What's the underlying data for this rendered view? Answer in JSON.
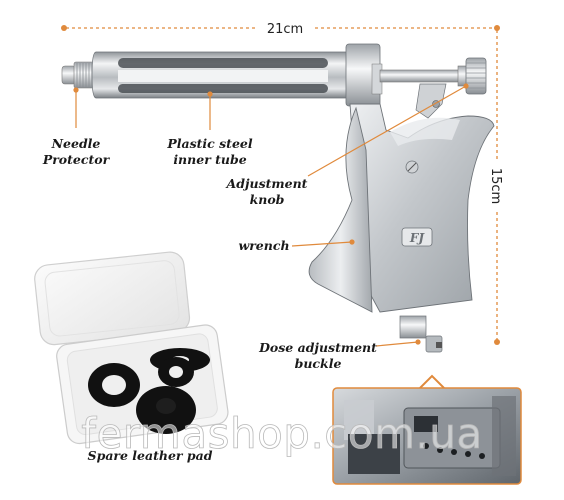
{
  "dimensions": {
    "width_label": "21cm",
    "height_label": "15cm"
  },
  "labels": {
    "needle_protector": [
      "Needle",
      "Protector"
    ],
    "inner_tube": [
      "Plastic steel",
      "inner tube"
    ],
    "adjustment_knob": [
      "Adjustment",
      "knob"
    ],
    "wrench": "wrench",
    "dose_buckle": [
      "Dose adjustment",
      "buckle"
    ],
    "spare_pad": "Spare leather pad"
  },
  "brand_mark": "FJ",
  "watermark": "fermashop.com.ua",
  "colors": {
    "accent": "#e08a3c",
    "steel": "#c8ccd0",
    "pad": "#111111"
  }
}
